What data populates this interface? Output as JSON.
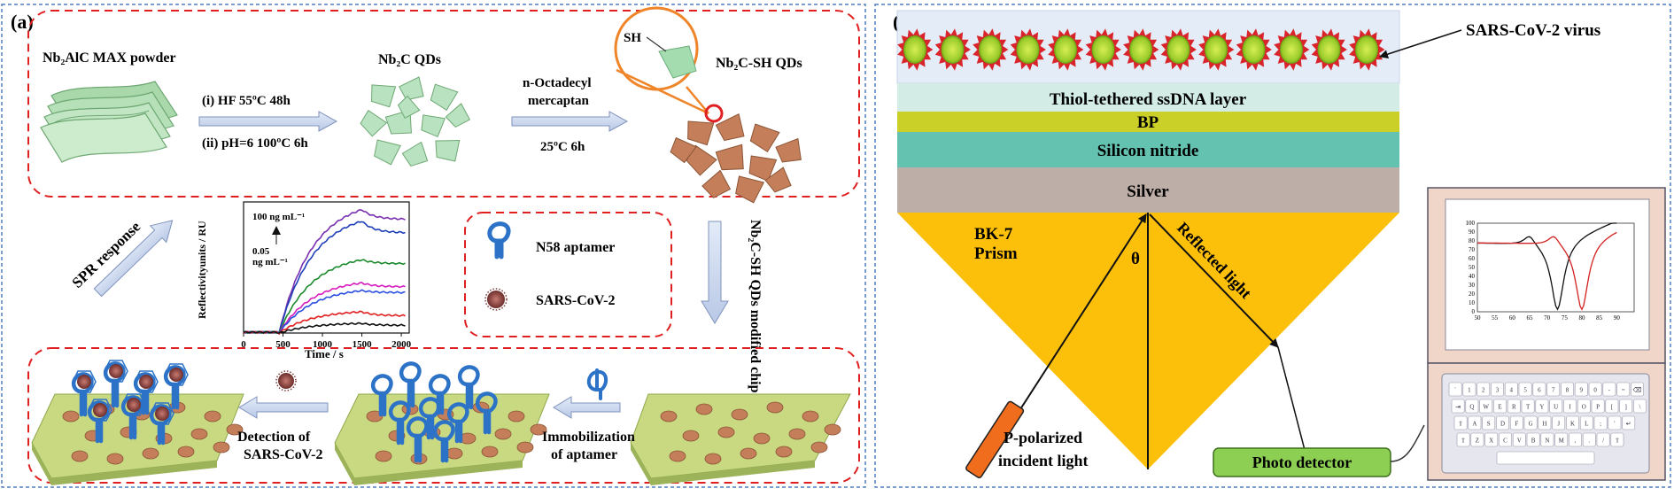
{
  "panel_a": {
    "label": "(a)",
    "top": {
      "max_powder": "Nb₂AlC MAX powder",
      "step1_line1": "(i)   HF 55ºC 48h",
      "step1_line2": "(ii) pH=6 100ºC 6h",
      "qds": "Nb₂C QDs",
      "step2_line1": "n-Octadecyl",
      "step2_line2": "mercaptan",
      "step2_line3": "25ºC 6h",
      "sh_label": "SH",
      "sh_qds": "Nb₂C-SH QDs"
    },
    "middle": {
      "spr_response": "SPR response",
      "modified_chip": "Nb₂C-SH QDs modified chip",
      "legend": {
        "aptamer": "N58 aptamer",
        "virus": "SARS-CoV-2"
      }
    },
    "bottom": {
      "immobilization_line1": "Immobilization",
      "immobilization_line2": "of aptamer",
      "detection_line1": "Detection of",
      "detection_line2": "SARS-CoV-2"
    },
    "chart_data": {
      "type": "line",
      "xlabel": "Time / s",
      "ylabel": "Reflectivityunits / RU",
      "xlim": [
        0,
        2100
      ],
      "ylim": [
        0,
        340
      ],
      "x_ticks": [
        0,
        500,
        1000,
        1500,
        2000
      ],
      "annotation_high": "100 ng mL⁻¹",
      "annotation_low_line1": "0.05",
      "annotation_low_line2": "ng mL⁻¹",
      "series": [
        {
          "color": "#7a2fb0",
          "plateau": 320,
          "end": 295
        },
        {
          "color": "#1f3fb8",
          "plateau": 290,
          "end": 260
        },
        {
          "color": "#1a8a2a",
          "plateau": 190,
          "end": 180
        },
        {
          "color": "#d81bbd",
          "plateau": 130,
          "end": 120
        },
        {
          "color": "#2a4ee0",
          "plateau": 110,
          "end": 105
        },
        {
          "color": "#e02020",
          "plateau": 55,
          "end": 45
        },
        {
          "color": "#111111",
          "plateau": 25,
          "end": 20
        }
      ]
    }
  },
  "panel_b": {
    "label": "(b)",
    "virus_label": "SARS-CoV-2  virus",
    "layers": {
      "dna": "Thiol-tethered ssDNA layer",
      "bp": "BP",
      "silicon": "Silicon nitride",
      "silver": "Silver"
    },
    "prism_line1": "BK-7",
    "prism_line2": "Prism",
    "theta": "θ",
    "reflected": "Reflected light",
    "incident_line1": "P-polarized",
    "incident_line2": "incident light",
    "detector": "Photo detector",
    "inset_chart": {
      "type": "line",
      "xlim": [
        50,
        95
      ],
      "ylim": [
        0,
        100
      ],
      "x_ticks": [
        50,
        55,
        60,
        65,
        70,
        75,
        80,
        85,
        90
      ],
      "y_ticks": [
        0,
        10,
        20,
        30,
        40,
        50,
        60,
        70,
        80,
        90,
        100
      ],
      "series": [
        {
          "color": "#111111",
          "dip_x": 73
        },
        {
          "color": "#d42020",
          "dip_x": 80
        }
      ]
    },
    "keyboard_rows": [
      [
        "`",
        "1",
        "2",
        "3",
        "4",
        "5",
        "6",
        "7",
        "8",
        "9",
        "0",
        "-",
        "=",
        "⌫"
      ],
      [
        "⇥",
        "Q",
        "W",
        "E",
        "R",
        "T",
        "Y",
        "U",
        "I",
        "O",
        "P",
        "[",
        "]",
        "\\"
      ],
      [
        "⇪",
        "A",
        "S",
        "D",
        "F",
        "G",
        "H",
        "J",
        "K",
        "L",
        ";",
        "'",
        "↵"
      ],
      [
        "⇧",
        "Z",
        "X",
        "C",
        "V",
        "B",
        "N",
        "M",
        ",",
        ".",
        "/",
        "⇧"
      ]
    ]
  }
}
